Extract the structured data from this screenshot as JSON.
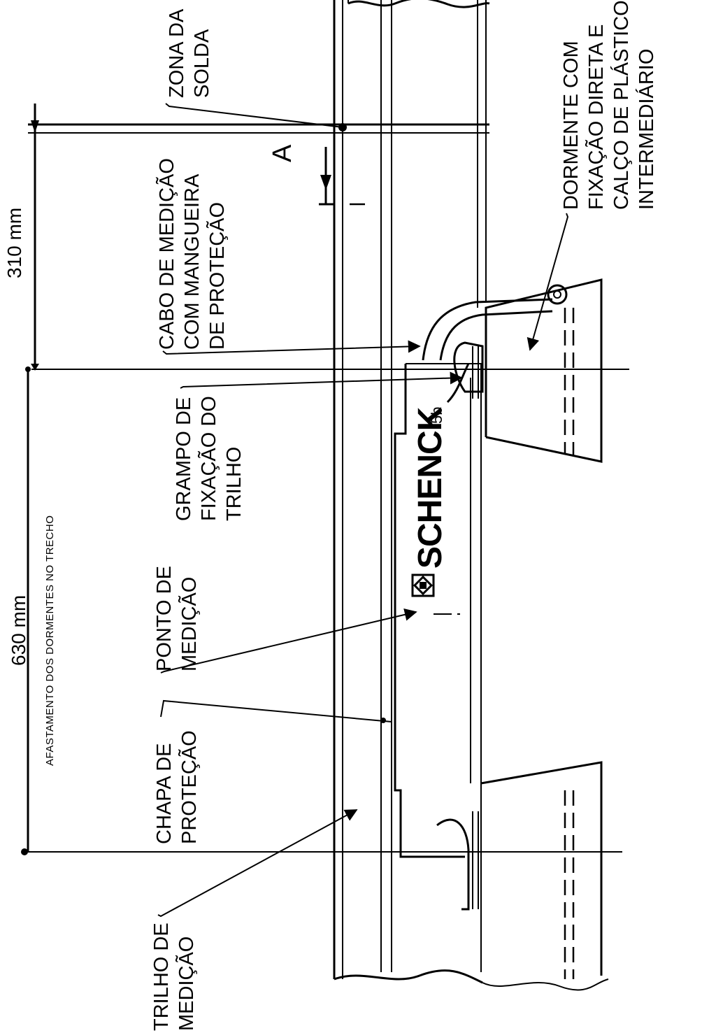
{
  "dimensions": {
    "d1": "310 mm",
    "d2": "630 mm",
    "spacing_note": "AFASTAMENTO DOS DORMENTES NO TRECHO"
  },
  "section_mark": "A",
  "brand": "SCHENCK",
  "part_mark": "5b",
  "labels": {
    "zona_da_solda": [
      "ZONA DA",
      "SOLDA"
    ],
    "dormente": [
      "DORMENTE COM",
      "FIXAÇÃO DIRETA E",
      "CALÇO DE PLÁSTICO",
      "INTERMEDIÁRIO"
    ],
    "cabo": [
      "CABO DE MEDIÇÃO",
      "COM MANGUEIRA",
      "DE PROTEÇÃO"
    ],
    "grampo": [
      "GRAMPO DE",
      "FIXAÇÃO DO",
      "TRILHO"
    ],
    "ponto": [
      "PONTO DE",
      "MEDIÇÃO"
    ],
    "chapa": [
      "CHAPA DE",
      "PROTEÇÃO"
    ],
    "trilho": [
      "TRILHO DE",
      "MEDIÇÃO"
    ]
  },
  "icons": {
    "brand_logo": "schenck-logo-icon",
    "arrows": "leader-arrow-icon"
  }
}
